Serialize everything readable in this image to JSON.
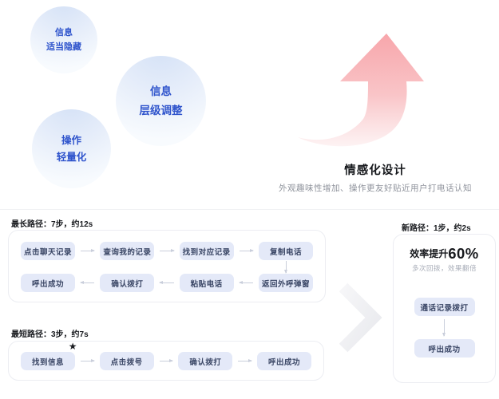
{
  "top": {
    "bubbles": [
      {
        "line1": "信息",
        "line2": "适当隐藏"
      },
      {
        "line1": "信息",
        "line2": "层级调整"
      },
      {
        "line1": "操作",
        "line2": "轻量化"
      }
    ],
    "title": "情感化设计",
    "subtitle": "外观趣味性增加、操作更友好贴近用户打电话认知"
  },
  "flows": {
    "longest": {
      "label": "最长路径：7步，约12s",
      "row1": [
        "点击聊天记录",
        "查询我的记录",
        "找到对应记录",
        "复制电话"
      ],
      "row2": [
        "呼出成功",
        "确认拨打",
        "粘贴电话",
        "返回外呼弹窗"
      ]
    },
    "shortest": {
      "label": "最短路径：3步，约7s",
      "nodes": [
        "找到信息",
        "点击拨号",
        "确认拨打",
        "呼出成功"
      ]
    },
    "new_path": {
      "label": "新路径：1步，约2s",
      "metric_prefix": "效率提升",
      "metric_value": "60%",
      "metric_sub": "多次回拨，效果翻倍",
      "nodes": [
        "通话记录拨打",
        "呼出成功"
      ]
    }
  },
  "icons": {
    "star": "★",
    "up_arrow": "curved-up-arrow",
    "chevron": "right-chevron"
  },
  "colors": {
    "bubble_text": "#2f54cc",
    "bubble_fill": "#e0eaf8",
    "node_fill": "#e4e9f8",
    "node_text": "#3b4766",
    "arrow_pink_top": "#f8a9ae",
    "arrow_pink_bottom": "#fdf0f1",
    "flow_arrow": "#c9cedb",
    "title_text": "#17191d",
    "subtitle_text": "#8f939c"
  }
}
